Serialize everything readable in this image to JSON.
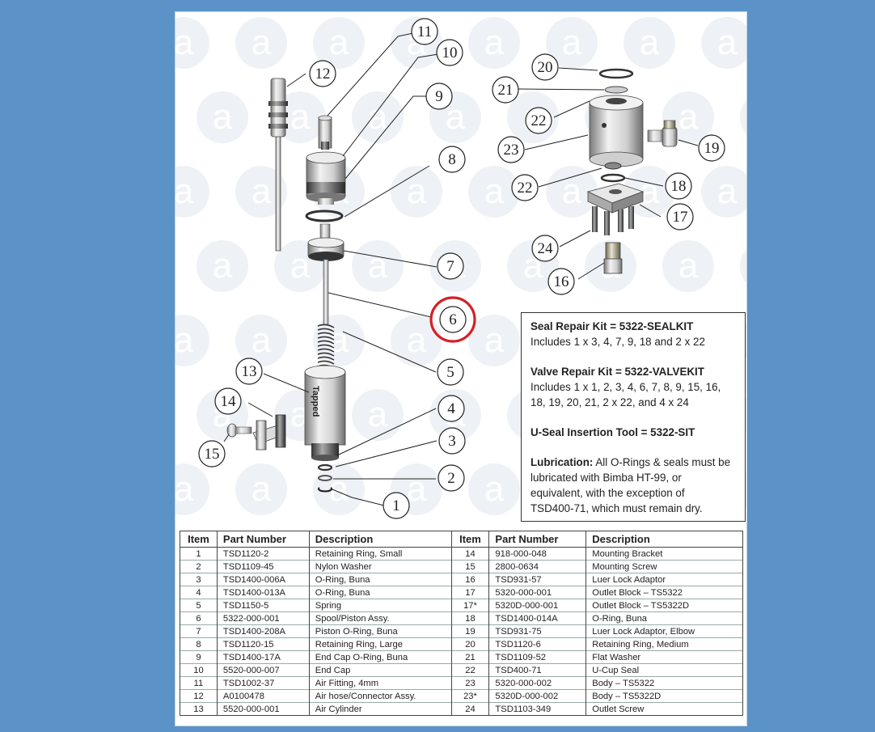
{
  "callouts": {
    "c1": "1",
    "c2": "2",
    "c3": "3",
    "c4": "4",
    "c5": "5",
    "c6": "6",
    "c7": "7",
    "c8": "8",
    "c9": "9",
    "c10": "10",
    "c11": "11",
    "c12": "12",
    "c13": "13",
    "c14": "14",
    "c15": "15",
    "c16": "16",
    "c17": "17",
    "c18": "18",
    "c19": "19",
    "c20": "20",
    "c21": "21",
    "c22a": "22",
    "c22b": "22",
    "c23": "23",
    "c24": "24"
  },
  "watermark_glyph": "a",
  "label_text": "Tapped",
  "notes": {
    "seal_title": "Seal Repair Kit = 5322-SEALKIT",
    "seal_body": "Includes 1 x 3, 4, 7, 9, 18 and 2 x 22",
    "valve_title": "Valve Repair Kit = 5322-VALVEKIT",
    "valve_body_1": "Includes 1 x 1, 2, 3, 4, 6, 7, 8, 9, 15, 16,",
    "valve_body_2": "18, 19, 20, 21, 2 x 22, and 4 x 24",
    "tool_title": "U-Seal Insertion Tool = 5322-SIT",
    "lube_title": "Lubrication:",
    "lube_body_1": " All O-Rings & seals must be",
    "lube_body_2": "lubricated with Bimba HT-99, or",
    "lube_body_3": "equivalent, with the exception of",
    "lube_body_4": "TSD400-71, which must remain dry."
  },
  "table": {
    "headers": [
      "Item",
      "Part Number",
      "Description",
      "Item",
      "Part Number",
      "Description"
    ],
    "rows": [
      [
        "1",
        "TSD1120-2",
        "Retaining Ring, Small",
        "14",
        "918-000-048",
        "Mounting Bracket"
      ],
      [
        "2",
        "TSD1109-45",
        "Nylon Washer",
        "15",
        "2800-0634",
        "Mounting Screw"
      ],
      [
        "3",
        "TSD1400-006A",
        "O-Ring, Buna",
        "16",
        "TSD931-57",
        "Luer Lock Adaptor"
      ],
      [
        "4",
        "TSD1400-013A",
        "O-Ring, Buna",
        "17",
        "5320-000-001",
        "Outlet Block – TS5322"
      ],
      [
        "5",
        "TSD1150-5",
        "Spring",
        "17*",
        "5320D-000-001",
        "Outlet Block – TS5322D"
      ],
      [
        "6",
        "5322-000-001",
        "Spool/Piston Assy.",
        "18",
        "TSD1400-014A",
        "O-Ring, Buna"
      ],
      [
        "7",
        "TSD1400-208A",
        "Piston O-Ring, Buna",
        "19",
        "TSD931-75",
        "Luer Lock Adaptor, Elbow"
      ],
      [
        "8",
        "TSD1120-15",
        "Retaining Ring, Large",
        "20",
        "TSD1120-6",
        "Retaining Ring, Medium"
      ],
      [
        "9",
        "TSD1400-17A",
        "End Cap O-Ring, Buna",
        "21",
        "TSD1109-52",
        "Flat Washer"
      ],
      [
        "10",
        "5520-000-007",
        "End Cap",
        "22",
        "TSD400-71",
        "U-Cup Seal"
      ],
      [
        "11",
        "TSD1002-37",
        "Air Fitting, 4mm",
        "23",
        "5320-000-002",
        "Body – TS5322"
      ],
      [
        "12",
        "A0100478",
        "Air hose/Connector Assy.",
        "23*",
        "5320D-000-002",
        "Body – TS5322D"
      ],
      [
        "13",
        "5520-000-001",
        "Air Cylinder",
        "24",
        "TSD1103-349",
        "Outlet  Screw"
      ]
    ]
  },
  "colors": {
    "background": "#5b93c9",
    "highlight": "#d42027",
    "watermark": "#eef2f6"
  }
}
